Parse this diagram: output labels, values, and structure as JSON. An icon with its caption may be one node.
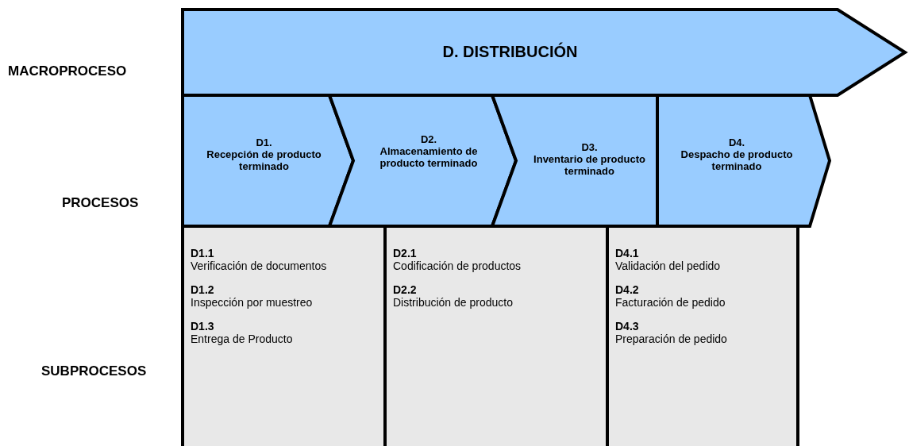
{
  "diagram": {
    "nodes": [
      {
        "text": [
          "D. DISTRIBUCIÓN"
        ]
      },
      {
        "text": [
          "D1.",
          "Recepción de producto terminado"
        ]
      },
      {
        "text": [
          "D2.",
          "Almacenamiento de producto terminado"
        ]
      },
      {
        "text": [
          "D3.",
          "Inventario de producto terminado"
        ]
      },
      {
        "text": [
          "D4.",
          "Despacho de producto terminado"
        ]
      },
      {
        "text": [
          "D1.1",
          "Verificación de documentos",
          "D1.2",
          "Inspección por muestreo",
          "D1.3",
          "Entrega de Producto"
        ]
      },
      {
        "text": [
          "D2.1",
          "Codificación de productos",
          "D2.2",
          "Distribución de producto"
        ]
      },
      {
        "text": [
          "D4.1",
          "Validación del pedido",
          "D4.2",
          "Facturación de pedido",
          "D4.3",
          "Preparación de pedido"
        ]
      }
    ],
    "labels": [
      "MACROPROCESO",
      "PROCESOS",
      "SUBPROCESOS"
    ]
  }
}
